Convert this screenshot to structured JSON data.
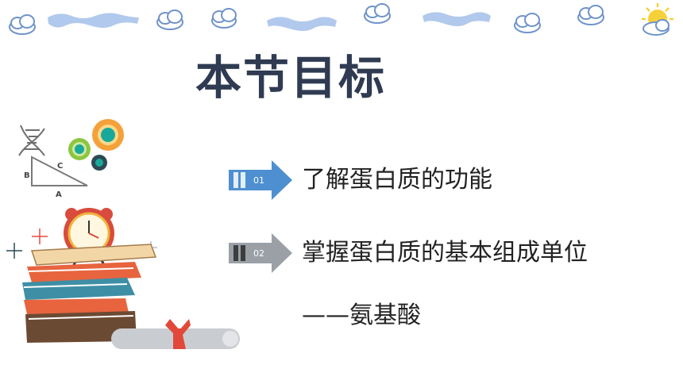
{
  "title": "本节目标",
  "goals": [
    {
      "number": "01",
      "text": "了解蛋白质的功能"
    },
    {
      "number": "02",
      "text": "掌握蛋白质的基本组成单位"
    }
  ],
  "goal_subtext": "——氨基酸",
  "triangle_labels": {
    "a": "A",
    "b": "B",
    "c": "C"
  },
  "colors": {
    "badge_blue": "#4e8fd1",
    "badge_gray": "#9aa0a6",
    "title": "#2f3b52"
  }
}
